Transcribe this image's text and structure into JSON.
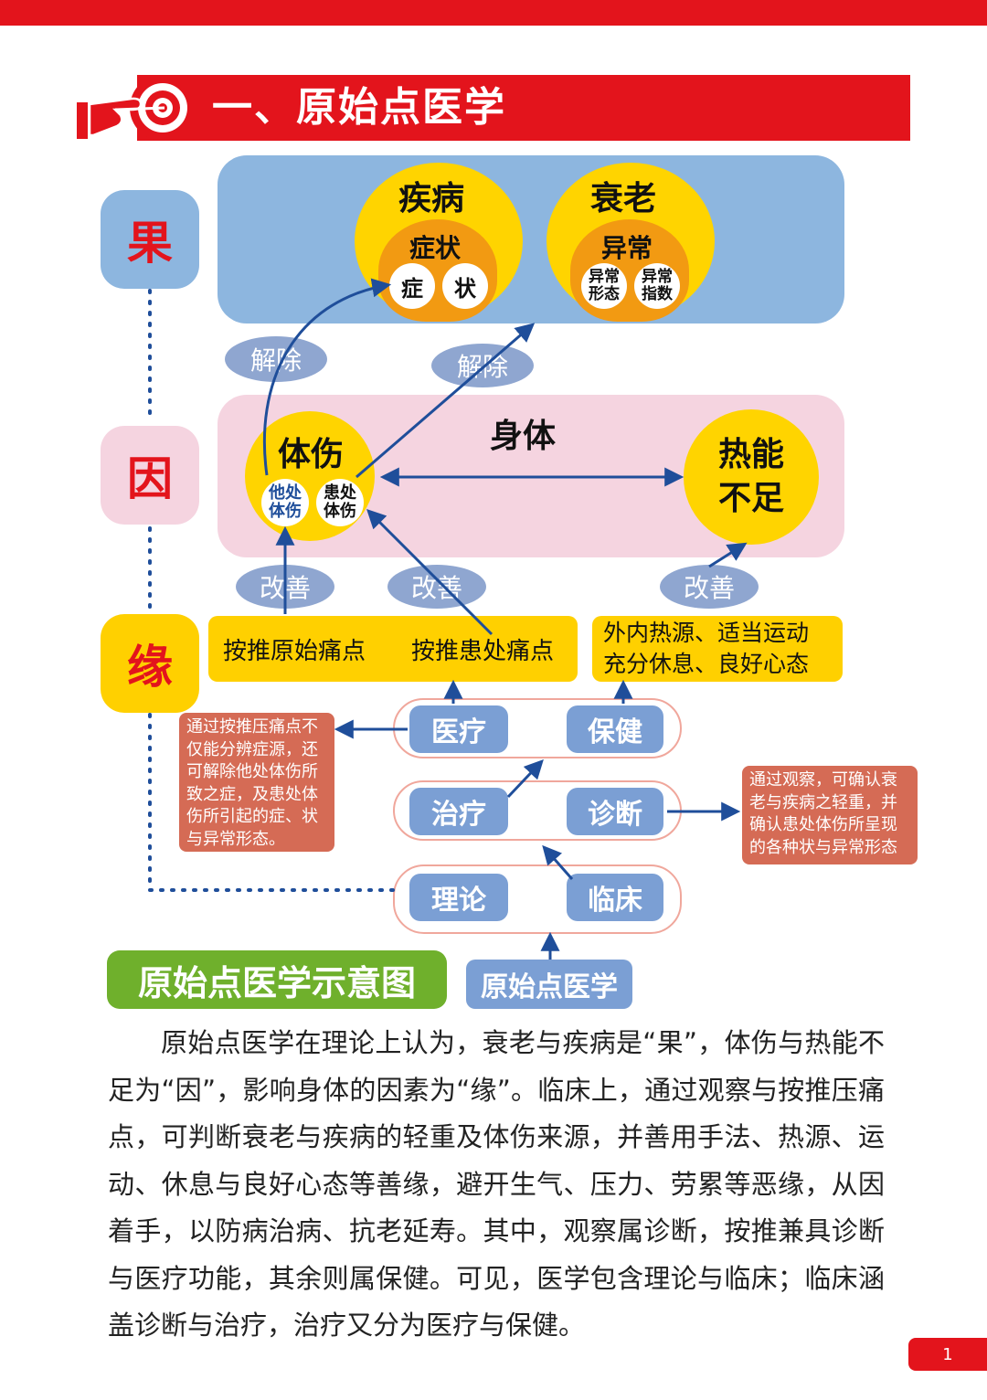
{
  "header": {
    "title": "一、原始点医学"
  },
  "side_labels": {
    "guo": "果",
    "yin": "因",
    "yuan": "缘"
  },
  "top_panel": {
    "disease": {
      "title": "疾病",
      "inner": "症状",
      "small": [
        "症",
        "状"
      ]
    },
    "aging": {
      "title": "衰老",
      "inner": "异常",
      "small": [
        [
          "异常",
          "形态"
        ],
        [
          "异常",
          "指数"
        ]
      ]
    }
  },
  "mid_panel": {
    "title": "身体",
    "injury": {
      "title": "体伤",
      "small": [
        [
          "他处",
          "体伤"
        ],
        [
          "患处",
          "体伤"
        ]
      ]
    },
    "heat": {
      "line1": "热能",
      "line2": "不足"
    }
  },
  "labels": {
    "remove": "解除",
    "improve": "改善"
  },
  "yellow_bars": {
    "left": [
      "按推原始痛点",
      "按推患处痛点"
    ],
    "right": [
      "外内热源、适当运动",
      "充分休息、良好心态"
    ]
  },
  "buttons": {
    "medical": "医疗",
    "health": "保健",
    "treatment": "治疗",
    "diagnosis": "诊断",
    "theory": "理论",
    "clinical": "临床",
    "root": "原始点医学"
  },
  "notes": {
    "left": "通过按推压痛点不仅能分辨症源，还可解除他处体伤所致之症，及患处体伤所引起的症、状与异常形态。",
    "right": "通过观察，可确认衰老与疾病之轻重，并确认患处体伤所呈现的各种状与异常形态"
  },
  "diagram_title": "原始点医学示意图",
  "paragraph": "原始点医学在理论上认为，衰老与疾病是“果”，体伤与热能不足为“因”，影响身体的因素为“缘”。临床上，通过观察与按推压痛点，可判断衰老与疾病的轻重及体伤来源，并善用手法、热源、运动、休息与良好心态等善缘，避开生气、压力、劳累等恶缘，从因着手，以防病治病、抗老延寿。其中，观察属诊断，按推兼具诊断与医疗功能，其余则属保健。可见，医学包含理论与临床；临床涵盖诊断与治疗，治疗又分为医疗与保健。",
  "page_number": "1",
  "colors": {
    "red": "#e3141c",
    "panel_blue": "#8db6df",
    "panel_pink": "#f5d4e0",
    "yellow": "#ffd400",
    "orange": "#f29a12",
    "button_blue": "#7b9fd4",
    "note_red": "#d56b55",
    "green": "#6fb02c",
    "arrow_blue": "#1f4e9a"
  }
}
